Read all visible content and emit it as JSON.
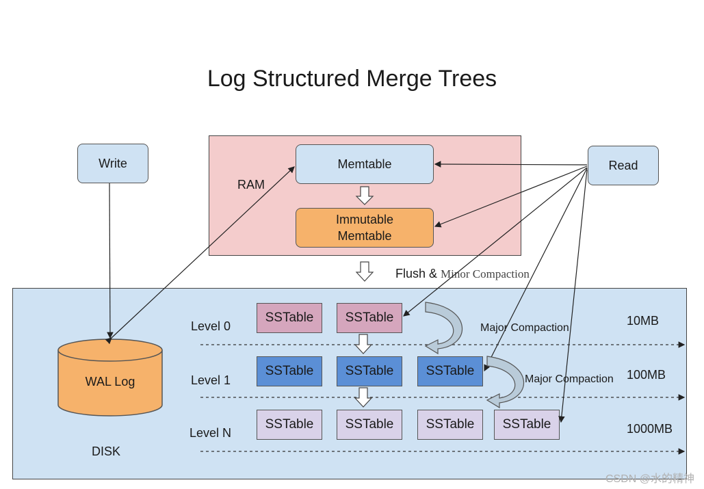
{
  "title": "Log Structured Merge Trees",
  "ram": {
    "label": "RAM",
    "memtable": "Memtable",
    "immutable_line1": "Immutable",
    "immutable_line2": "Memtable"
  },
  "write_label": "Write",
  "read_label": "Read",
  "flush_label_main": "Flush & ",
  "flush_label_sub": "Minor Compaction",
  "disk": {
    "label": "DISK",
    "wal": "WAL Log",
    "levels": [
      {
        "name": "Level 0",
        "size": "10MB",
        "tables": [
          "SSTable",
          "SSTable"
        ]
      },
      {
        "name": "Level 1",
        "size": "100MB",
        "tables": [
          "SSTable",
          "SSTable",
          "SSTable"
        ]
      },
      {
        "name": "Level N",
        "size": "1000MB",
        "tables": [
          "SSTable",
          "SSTable",
          "SSTable",
          "SSTable"
        ]
      }
    ],
    "major_compaction_1": "Major Compaction",
    "major_compaction_2": "Major Compaction"
  },
  "watermark": "CSDN @水的精神",
  "colors": {
    "ram_bg": "#f4cccc",
    "disk_bg": "#cfe2f3",
    "node_blue": "#cfe2f3",
    "node_orange": "#f6b26b",
    "level0_sstable": "#d5a6bd",
    "level1_sstable": "#5b8fd6",
    "levelN_sstable": "#d9d2e9"
  }
}
